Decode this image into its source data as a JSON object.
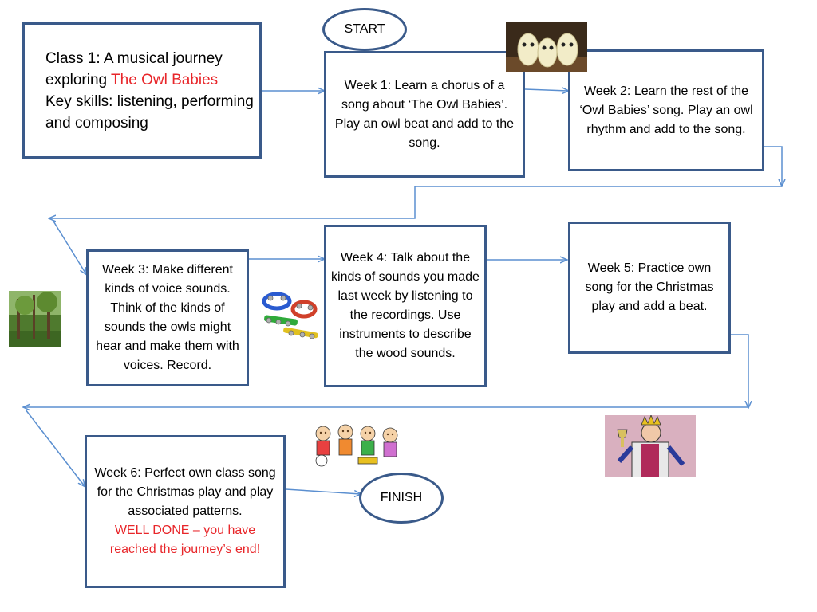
{
  "title_box": {
    "line1": "Class  1: A musical journey exploring ",
    "highlight": "The Owl Babies",
    "line2": "Key skills: listening, performing and composing"
  },
  "start_label": "START",
  "finish_label": "FINISH",
  "weeks": [
    {
      "text": "Week 1:  Learn a chorus of a song about ‘The Owl Babies’.  Play  an owl beat and add to the song."
    },
    {
      "text": "Week 2: Learn the rest of the ‘Owl Babies’ song. Play an owl rhythm and add to the song."
    },
    {
      "text": "Week 3: Make different kinds of voice sounds. Think of the kinds of sounds the owls might hear and make them with voices. Record."
    },
    {
      "text": "Week 4: Talk about the kinds of sounds you made last week by listening to the recordings. Use instruments to describe the wood sounds."
    },
    {
      "text": "Week 5: Practice own song for the Christmas play and add a beat."
    },
    {
      "text": "Week 6:  Perfect own class song for the Christmas play and play associated patterns.",
      "highlight": "WELL DONE – you have reached the journey’s end!"
    }
  ],
  "colors": {
    "box_border": "#3a5a8a",
    "arrow": "#5b8fd0",
    "highlight": "#e8262a"
  },
  "images": [
    "owl-babies-picture",
    "woodland-picture",
    "jingle-bells-picture",
    "children-instruments-picture",
    "king-picture"
  ]
}
